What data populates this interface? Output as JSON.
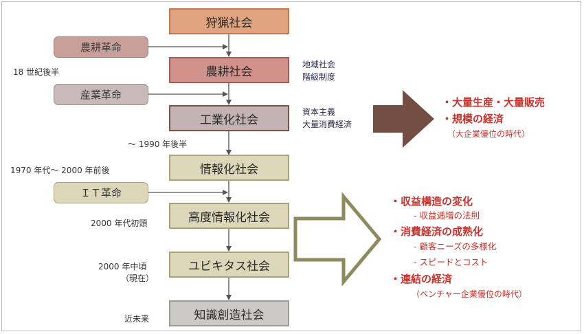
{
  "stages": [
    {
      "label": "狩猟社会"
    },
    {
      "label": "農耕社会"
    },
    {
      "label": "工業化社会"
    },
    {
      "label": "情報化社会"
    },
    {
      "label": "高度情報化社会"
    },
    {
      "label": "ユビキタス社会"
    },
    {
      "label": "知識創造社会"
    }
  ],
  "revolutions": [
    {
      "label": "農耕革命"
    },
    {
      "label": "産業革命"
    },
    {
      "label": "ＩＴ革命"
    }
  ],
  "time_labels": {
    "t1": "18 世紀後半",
    "t2": "～ 1990 年後半",
    "t3": "1970 年代～ 2000 年前後",
    "t4": "2000 年代初頭",
    "t5a": "2000 年中頃",
    "t5b": "（現在）",
    "t6": "近未来"
  },
  "side_notes": {
    "agri_1": "地域社会",
    "agri_2": "階級制度",
    "ind_1": "資本主義",
    "ind_2": "大量消費経済"
  },
  "industrial_points": {
    "p1": "・大量生産・大量販売",
    "p2": "・規模の経済",
    "note": "（大企業優位の時代）"
  },
  "info_points": {
    "p1": "・収益構造の変化",
    "p1_sub": "- 収益逓増の法則",
    "p2": "・消費経済の成熟化",
    "p2_sub1": "- 顧客ニーズの多様化",
    "p2_sub2": "- スピードとコスト",
    "p3": "・連結の経済",
    "note": "（ベンチャー企業優位の時代）"
  }
}
